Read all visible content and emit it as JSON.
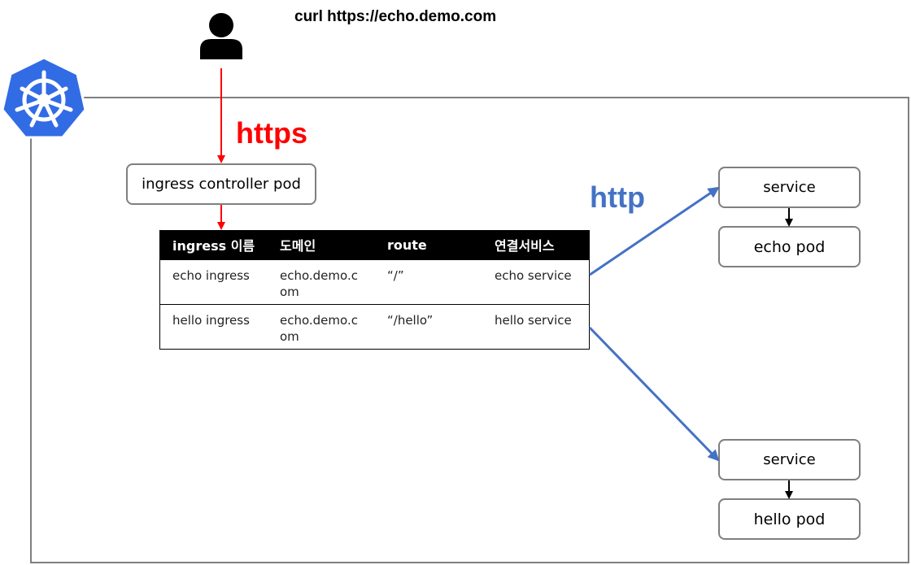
{
  "title": "curl https://echo.demo.com",
  "protocols": {
    "https": "https",
    "http": "http"
  },
  "ingress_controller": {
    "label": "ingress controller pod"
  },
  "table": {
    "headers": [
      "ingress 이름",
      "도메인",
      "route",
      "연결서비스"
    ],
    "rows": [
      [
        "echo ingress",
        "echo.demo.com",
        "“/”",
        "echo service"
      ],
      [
        "hello ingress",
        "echo.demo.com",
        "“/hello”",
        "hello service"
      ]
    ]
  },
  "services": [
    {
      "service_label": "service",
      "pod_label": "echo pod"
    },
    {
      "service_label": "service",
      "pod_label": "hello pod"
    }
  ],
  "colors": {
    "https": "#ff0000",
    "http": "#4472c4",
    "k8s": "#326ce5",
    "border": "#7f7f7f"
  },
  "icons": {
    "user": "user-icon",
    "cluster": "kubernetes-logo"
  }
}
